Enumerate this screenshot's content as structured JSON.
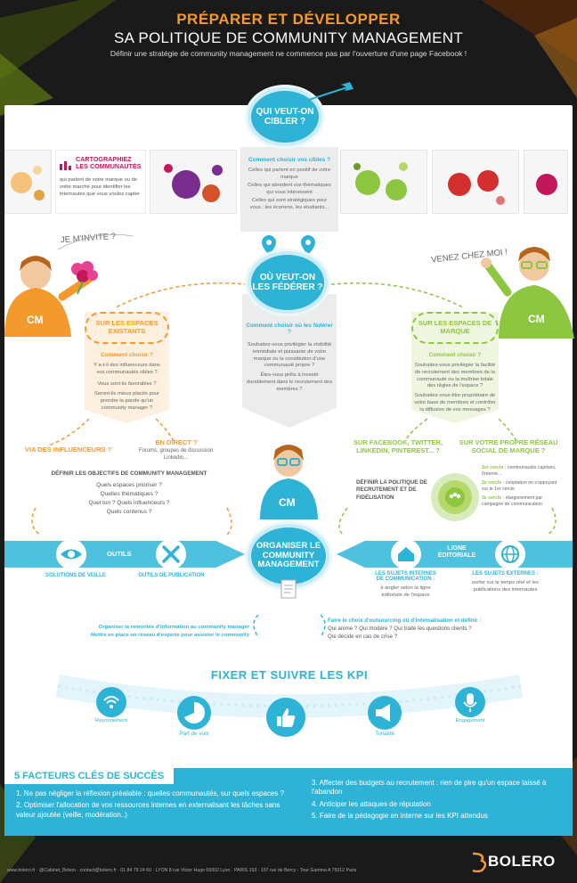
{
  "header": {
    "title_line1": "PRÉPARER ET DÉVELOPPER",
    "title_line2": "SA POLITIQUE DE COMMUNITY MANAGEMENT",
    "subtitle": "Définir une stratégie de community management ne commence pas par l'ouverture d'une page Facebook !"
  },
  "cibler": {
    "bubble": "QUI VEUT-ON CIBLER ?",
    "question": "Comment choisir vos cibles ?",
    "lines": [
      "Celles qui parlent en positif de votre marque",
      "Celles qui abordent vos thématiques qui vous intéressent",
      "Celles qui sont stratégiques pour vous : les écoriens, les étudiants..."
    ],
    "cartographiez_title": "CARTOGRAPHIEZ LES COMMUNAUTÉS",
    "cartographiez_text": "qui parlent de votre marque ou de votre marché pour identifier les internautes que vous voulez capter"
  },
  "federer": {
    "bubble": "OÙ VEUT-ON LES FÉDÉRER ?",
    "question": "Comment choisir où les fédérer ?",
    "text1": "Souhaitez-vous privilégier la visibilité immédiate et puissante de votre marque ou la constitution d'une communauté propre ?",
    "text2": "Êtes-vous prêts à investir durablement dans le recrutement des membres ?"
  },
  "left_char": {
    "speech": "JE M'INVITE ?",
    "shirt": "CM"
  },
  "right_char": {
    "speech": "VENEZ CHEZ MOI !",
    "shirt": "CM"
  },
  "center_char": {
    "shirt": "CM"
  },
  "espaces_existants": {
    "title": "SUR LES ESPACES EXISTANTS",
    "question": "Comment choisir ?",
    "text1": "Y a-t-il des influenceurs dans vos communautés cibles ?",
    "text2": "Vous sont-ils favorables ?",
    "text3": "Seront-ils mieux placés pour prendre la parole qu'un community manager ?"
  },
  "espaces_marque": {
    "title": "SUR LES ESPACES DE MARQUE",
    "question": "Comment choisir ?",
    "text1": "Souhaitez-vous privilégier la facilité de recrutement des membres de la communauté ou la maîtrise totale des règles de l'espace ?",
    "text2": "Souhaitez-vous être propriétaire de votre base de membres et contrôler la diffusion de vos messages ?"
  },
  "left_branch": {
    "influenceurs": "VIA DES INFLUENCEURS ?",
    "direct_title": "EN DIRECT ?",
    "direct_text": "Forums, groupes de discussion Linkedin...",
    "objectifs_title": "DÉFINIR LES OBJECTIFS DE COMMUNITY MANAGEMENT",
    "objectifs": [
      "Quels espaces prioriser ?",
      "Quelles thématiques ?",
      "Quel ton ? Quels influenceurs ?",
      "Quels contenus ?"
    ]
  },
  "right_branch": {
    "facebook": "SUR FACEBOOK, TWITTER, LINKEDIN, PINTEREST... ?",
    "reseau": "SUR VOTRE PROPRE RÉSEAU SOCIAL DE MARQUE ?",
    "politique": "DÉFINIR LA POLITIQUE DE RECRUTEMENT ET DE FIDÉLISATION",
    "cercles": [
      {
        "label": "1er cercle :",
        "text": "communautés captives, l'interne..."
      },
      {
        "label": "2e cercle :",
        "text": "cooptation en s'appuyant sur le 1er cercle"
      },
      {
        "label": "3e cercle :",
        "text": "élargissement par campagne de communication"
      }
    ]
  },
  "organiser": {
    "bubble": "ORGANISER LE COMMUNITY MANAGEMENT",
    "outils": "OUTILS",
    "solutions_veille": "SOLUTIONS DE VEILLE",
    "outils_publication": "OUTILS DE PUBLICATION",
    "ligne_editoriale": "LIGNE ÉDITORIALE",
    "sujets_internes_title": "LES SUJETS INTERNES DE COMMUNICATION :",
    "sujets_internes_text": "à angler selon la ligne éditoriale de l'espace",
    "sujets_externes_title": "LES SUJETS EXTERNES :",
    "sujets_externes_text": "surfer sur le temps réel et les publications des internautes",
    "remontee1": "Organiser la remontée d'information au community manager",
    "remontee2": "Mettre en place un réseau d'experts pour assister le community",
    "outsourcing_title": "Faire le choix d'outsourcing ou d'internalisation et définir :",
    "outsourcing_lines": [
      "Qui anime ? Qui modère ? Qui traite les questions clients ?",
      "Qui décide en cas de crise ?"
    ]
  },
  "kpi": {
    "title": "FIXER ET SUIVRE LES KPI",
    "items": [
      "Rayonnement",
      "Part de voix",
      "Tonalité",
      "Engagement"
    ]
  },
  "success": {
    "title": "5 FACTEURS CLÉS DE SUCCÈS",
    "items_left": [
      "1. Ne pas négliger la réflexion préalable : quelles communautés, sur quels espaces ?",
      "2. Optimiser l'allocation de vos ressources internes en externalisant les tâches sans valeur ajoutée (veille, modération..)"
    ],
    "items_right": [
      "3. Affecter des budgets au recrutement : rien de pire qu'un espace laissé à l'abandon",
      "4. Anticiper les attaques de réputation",
      "5. Faire de la pédagogie en interne sur les KPI attendus"
    ]
  },
  "footer": {
    "text": "www.bolero.fr  ·  @Cabinet_Bolero  ·  contact@bolero.fr  ·  01 84 79 24 60  ·  LYON 8 rue Victor Hugo 69002 Lyon  ·  PARIS 193 - 197 rue de Bercy - Tour Gamma A 75012 Paris",
    "logo": "BOLERO"
  },
  "colors": {
    "blue": "#2eb3d6",
    "orange": "#f29a2e",
    "green": "#8dc63f",
    "dark": "#1a1a1a"
  }
}
